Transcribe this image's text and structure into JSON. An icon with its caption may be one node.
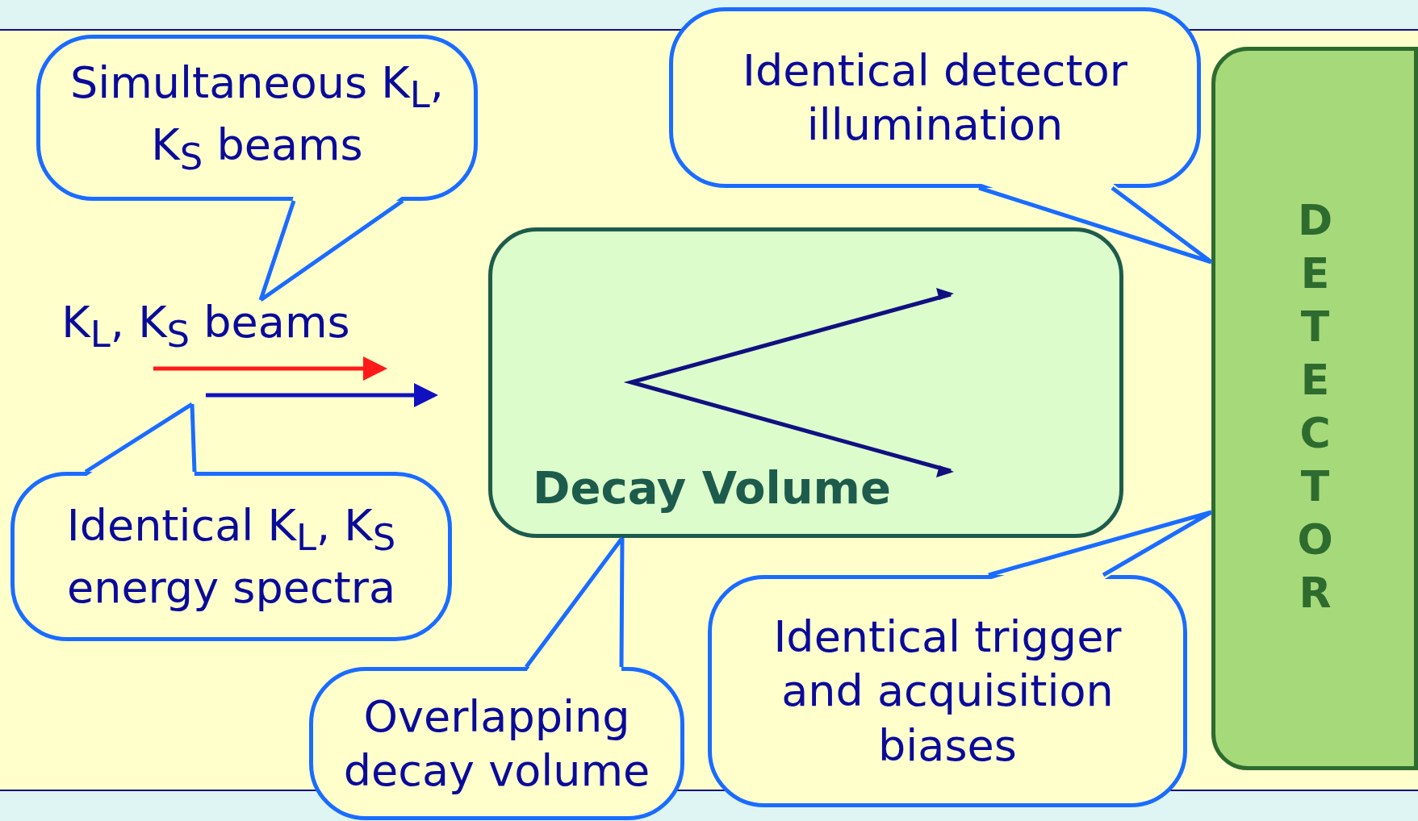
{
  "diagram": {
    "nodes": [
      {
        "text": [
          "Simultaneous K$_{L}$, K$_{S}$ beams"
        ]
      },
      {
        "text": [
          "K$_{L}$, K$_{S}$ beams"
        ]
      },
      {
        "text": [
          "Identical K$_{L}$, K$_{S}$ energy spectra"
        ]
      },
      {
        "text": [
          "Decay Volume"
        ]
      },
      {
        "text": [
          "Overlapping decay volume"
        ]
      },
      {
        "text": [
          "Identical detector illumination"
        ]
      },
      {
        "text": [
          "DETECTOR"
        ]
      },
      {
        "text": [
          "Identical trigger and acquisition biases"
        ]
      }
    ],
    "edges": [
      {
        "from": 0,
        "to": 1,
        "arrow": "none"
      },
      {
        "from": 2,
        "to": null,
        "arrow": "none"
      },
      {
        "from": 4,
        "to": 3,
        "arrow": "none"
      },
      {
        "from": 5,
        "to": 6,
        "arrow": "none"
      },
      {
        "from": 7,
        "to": 6,
        "arrow": "none"
      }
    ]
  }
}
